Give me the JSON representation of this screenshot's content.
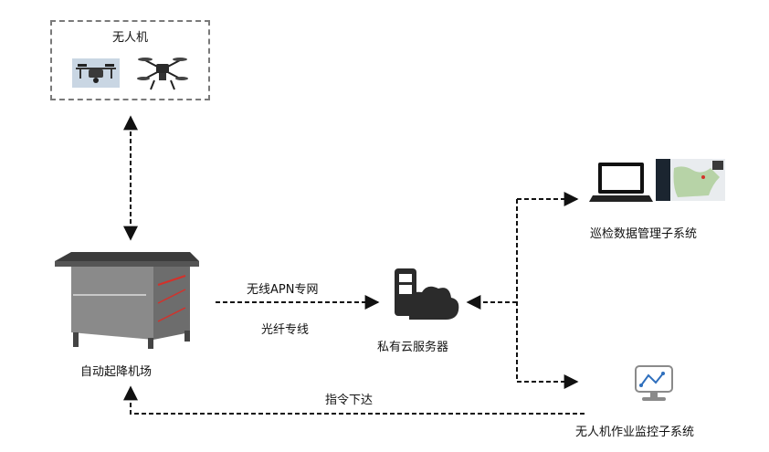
{
  "uav_group": {
    "title": "无人机"
  },
  "dock": {
    "label": "自动起降机场"
  },
  "link": {
    "line1": "无线APN专网",
    "line2": "光纤专线"
  },
  "cloud": {
    "label": "私有云服务器"
  },
  "inspection": {
    "label": "巡检数据管理子系统"
  },
  "monitor": {
    "label": "无人机作业监控子系统"
  },
  "command": {
    "label": "指令下达"
  },
  "colors": {
    "arrow": "#111111",
    "box_border": "#7a7a7a",
    "dock_accent": "#d4312a",
    "cloud_icon": "#2b2b2b"
  }
}
